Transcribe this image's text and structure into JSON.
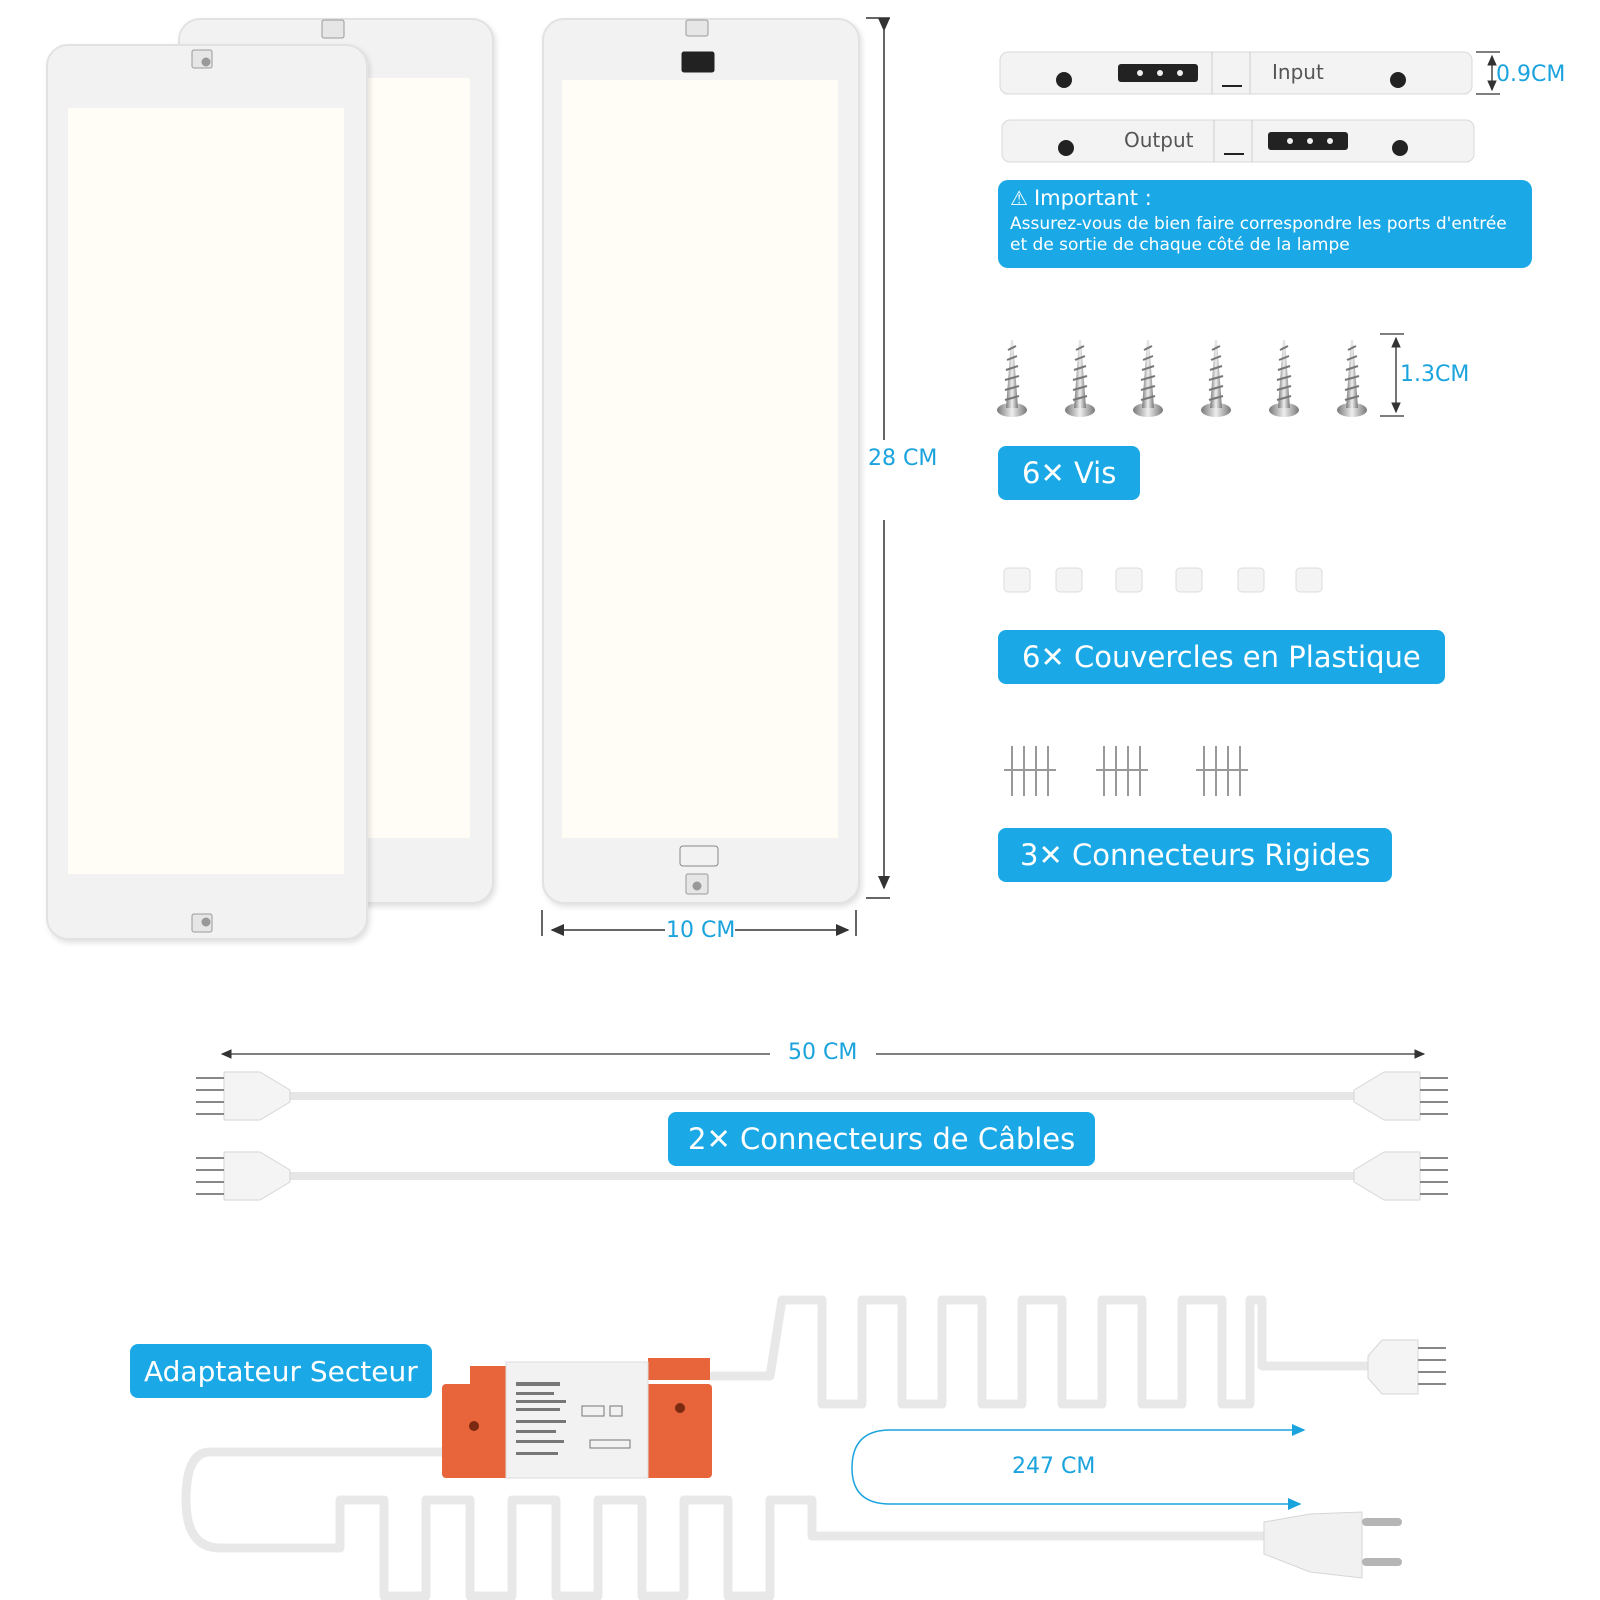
{
  "dimensions": {
    "height_panel": "28 CM",
    "width_panel": "10 CM",
    "thickness": "0.9CM",
    "screw_length": "1.3CM",
    "cable_length": "50 CM",
    "adapter_cable_length": "247 CM"
  },
  "ports": {
    "input_label": "Input",
    "output_label": "Output"
  },
  "notice": {
    "title": "Important :",
    "body_line1": "Assurez-vous de bien faire correspondre les ports d'entrée",
    "body_line2": "et de sortie de chaque côté de la lampe"
  },
  "accessories": {
    "screws": "6✕ Vis",
    "covers": "6✕ Couvercles en Plastique",
    "rigid_connectors": "3✕ Connecteurs Rigides",
    "cable_connectors": "2✕ Connecteurs de Câbles",
    "adapter": "Adaptateur Secteur"
  },
  "colors": {
    "accent": "#1aa9e6",
    "adapter_orange": "#e8643a"
  },
  "icons": {
    "notice": "warning-icon"
  }
}
